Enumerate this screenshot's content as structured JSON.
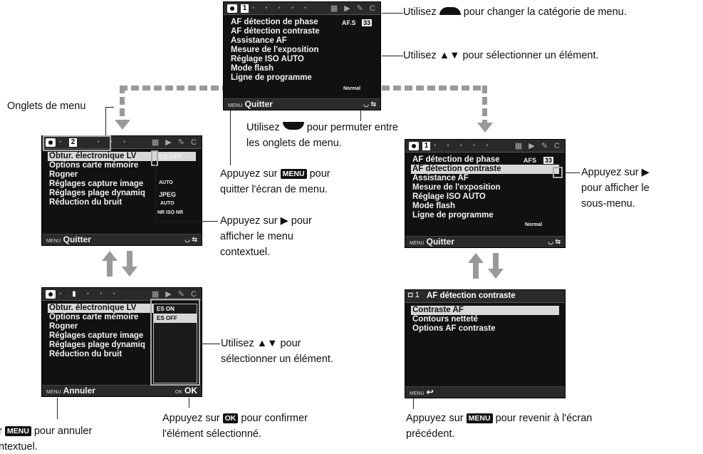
{
  "screen_top": {
    "tab_num": "1",
    "items": [
      "AF détection de phase",
      "AF détection contraste",
      "Assistance AF",
      "Mesure de l'exposition",
      "Réglage ISO AUTO",
      "Mode flash",
      "Ligne de programme"
    ],
    "values": [
      "AF.S",
      "33",
      "",
      "",
      "",
      "",
      "Normal"
    ],
    "bottom_mark": "MENU",
    "bottom_label": "Quitter"
  },
  "screen_left": {
    "tab_num": "2",
    "items": [
      "Obtur. électronique LV",
      "Options carte mémoire",
      "Rogner",
      "Réglages capture image",
      "Réglages plage dynamiq",
      "Réduction du bruit"
    ],
    "values": [
      "ES OFF",
      "",
      "AUTO",
      "JPEG",
      "AUTO",
      "NR ISO NR"
    ],
    "bottom_mark": "MENU",
    "bottom_label": "Quitter"
  },
  "screen_right": {
    "tab_num": "1",
    "items": [
      "AF détection de phase",
      "AF détection contraste",
      "Assistance AF",
      "Mesure de l'exposition",
      "Réglage ISO AUTO",
      "Mode flash",
      "Ligne de programme"
    ],
    "values": [
      "AFS",
      "33",
      "",
      "",
      "",
      "",
      "Normal"
    ],
    "bottom_mark": "MENU",
    "bottom_label": "Quitter"
  },
  "screen_bottom_left": {
    "items": [
      "Obtur. électronique LV",
      "Options carte mémoire",
      "Rogner",
      "Réglages capture image",
      "Réglages plage dynamiq",
      "Réduction du bruit"
    ],
    "popup_values": [
      "ES ON",
      "ES OFF"
    ],
    "bottom_mark": "MENU",
    "bottom_label": "Annuler",
    "ok_mark": "OK",
    "ok_label": "OK"
  },
  "screen_bottom_right": {
    "header": "AF détection contraste",
    "items": [
      "Contraste AF",
      "Contours netteté",
      "Options AF contraste"
    ],
    "bottom_mark": "MENU"
  },
  "callouts": {
    "top_right_1_pre": "Utilisez",
    "top_right_1_post": "pour changer la catégorie de menu.",
    "top_right_2": "Utilisez ▲▼ pour sélectionner un élément.",
    "tabs_label": "Onglets de menu",
    "dial_pre": "Utilisez",
    "dial_post": "pour permuter entre",
    "dial_line2": "les onglets de menu.",
    "menu_pre": "Appuyez sur",
    "menu_key": "MENU",
    "menu_post": "pour",
    "menu_line2": "quitter l'écran de menu.",
    "ctx_line1": "Appuyez sur ▶ pour",
    "ctx_line2": "afficher le menu",
    "ctx_line3": "contextuel.",
    "sub_line1": "Appuyez sur ▶",
    "sub_line2": "pour afficher le",
    "sub_line3": "sous-menu.",
    "sel_line1": "Utilisez ▲▼ pour",
    "sel_line2": "sélectionner un élément.",
    "cancel_pre": "r",
    "cancel_key": "MENU",
    "cancel_post": "pour annuler",
    "cancel_line2": "ntextuel.",
    "ok_pre": "Appuyez sur",
    "ok_key": "OK",
    "ok_post": "pour confirmer",
    "ok_line2": "l'élément sélectionné.",
    "back_pre": "Appuyez sur",
    "back_key": "MENU",
    "back_post": "pour revenir à l'écran",
    "back_line2": "précédent."
  }
}
